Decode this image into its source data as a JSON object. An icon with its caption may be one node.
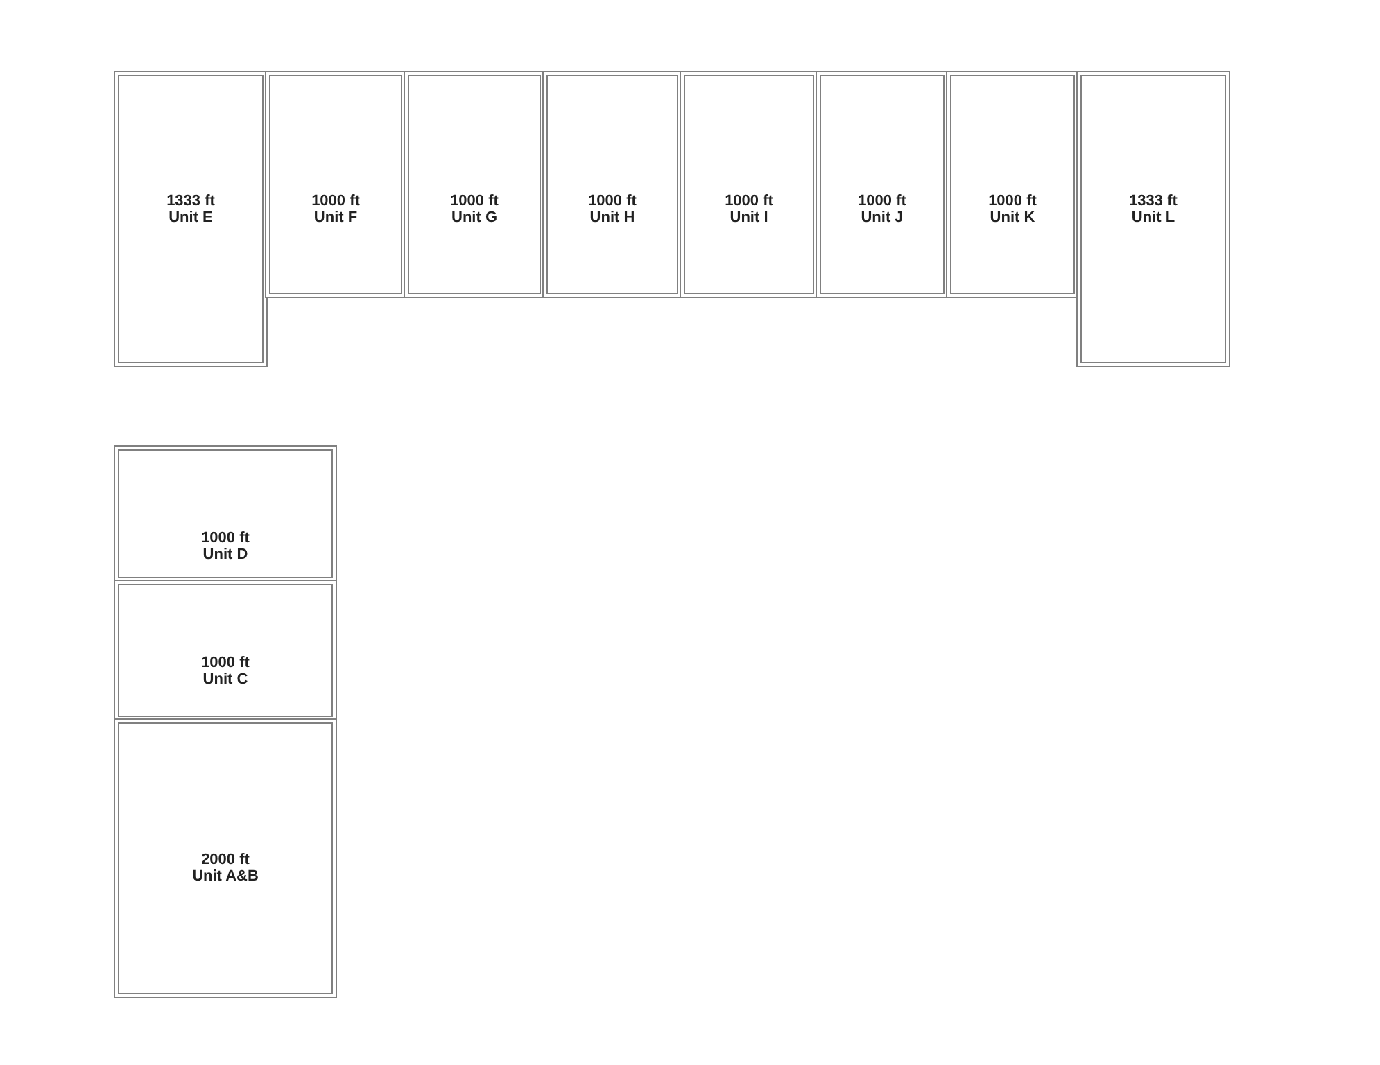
{
  "diagram": {
    "nodes": [
      {
        "text": [
          "1333 ft",
          "Unit E"
        ]
      },
      {
        "text": [
          "1000 ft",
          "Unit F"
        ]
      },
      {
        "text": [
          "1000 ft",
          "Unit G"
        ]
      },
      {
        "text": [
          "1000 ft",
          "Unit H"
        ]
      },
      {
        "text": [
          "1000 ft",
          "Unit I"
        ]
      },
      {
        "text": [
          "1000 ft",
          "Unit J"
        ]
      },
      {
        "text": [
          "1000 ft",
          "Unit K"
        ]
      },
      {
        "text": [
          "1333 ft",
          "Unit L"
        ]
      },
      {
        "text": [
          "1000 ft",
          "Unit D"
        ]
      },
      {
        "text": [
          "1000 ft",
          "Unit C"
        ]
      },
      {
        "text": [
          "2000 ft",
          "Unit A&B"
        ]
      }
    ]
  }
}
